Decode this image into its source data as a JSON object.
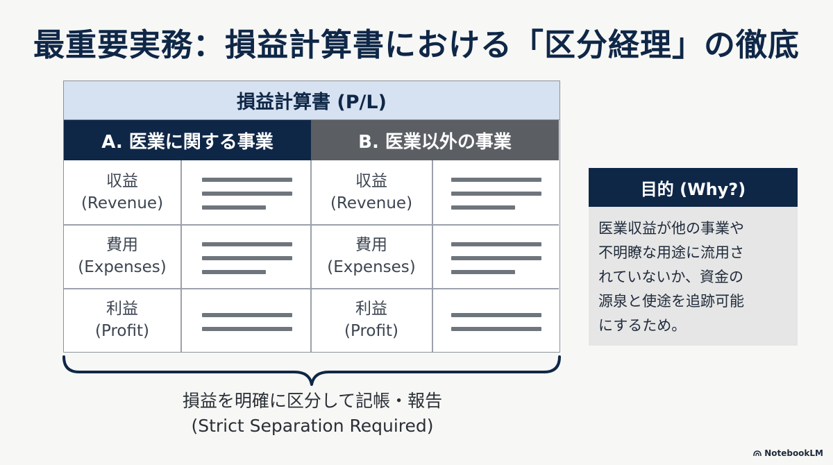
{
  "title": "最重要実務：損益計算書における「区分経理」の徹底",
  "pl": {
    "header": "損益計算書 (P/L)",
    "sections": [
      {
        "label": "A. 医業に関する事業"
      },
      {
        "label": "B. 医業以外の事業"
      }
    ],
    "rows": [
      {
        "ja": "収益",
        "en": "(Revenue)"
      },
      {
        "ja": "費用",
        "en": "(Expenses)"
      },
      {
        "ja": "利益",
        "en": "(Profit)"
      }
    ]
  },
  "caption": {
    "line1": "損益を明確に区分して記帳・報告",
    "line2": "(Strict Separation Required)"
  },
  "why": {
    "header": "目的 (Why?)",
    "lines": [
      "医業収益が他の事業や",
      "不明瞭な用途に流用さ",
      "れていないか、資金の",
      "源泉と使途を追跡可能",
      "にするため。"
    ]
  },
  "brand": "NotebookLM",
  "colors": {
    "navy": "#0f2747",
    "gray_header": "#5b5f64",
    "light_blue": "#d6e2f1",
    "panel_gray": "#e6e6e6"
  }
}
